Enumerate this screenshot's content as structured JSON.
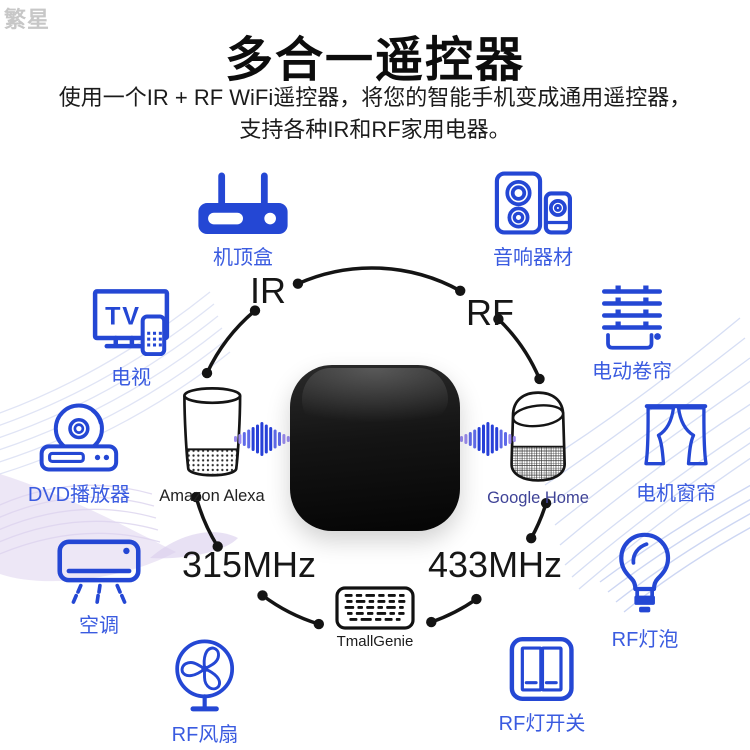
{
  "watermark": "繁星",
  "header": {
    "title": "多合一遥控器",
    "subtitle_line1": "使用一个IR + RF WiFi遥控器，将您的智能手机变成通用遥控器，",
    "subtitle_line2": "支持各种IR和RF家用电器。"
  },
  "colors": {
    "icon_blue": "#2447d4",
    "label_blue": "#3a5be0",
    "line_black": "#141414",
    "wave_blue": "#2740d8",
    "wave_purple": "#9b8cf0"
  },
  "devices": [
    {
      "id": "set-top-box",
      "label": "机顶盒"
    },
    {
      "id": "speakers",
      "label": "音响器材"
    },
    {
      "id": "tv",
      "label": "电视",
      "screen_text": "TV"
    },
    {
      "id": "roller-blind",
      "label": "电动卷帘"
    },
    {
      "id": "dvd-player",
      "label": "DVD播放器"
    },
    {
      "id": "motor-curtain",
      "label": "电机窗帘"
    },
    {
      "id": "air-conditioner",
      "label": "空调"
    },
    {
      "id": "rf-bulb",
      "label": "RF灯泡"
    },
    {
      "id": "rf-fan",
      "label": "RF风扇"
    },
    {
      "id": "rf-light-switch",
      "label": "RF灯开关"
    }
  ],
  "hub": {
    "ir_label": "IR",
    "rf_label": "RF",
    "freq_left": "315MHz",
    "freq_right": "433MHz",
    "alexa_label": "Amazon Alexa",
    "google_label": "Google Home",
    "tmall_label": "TmallGenie"
  }
}
